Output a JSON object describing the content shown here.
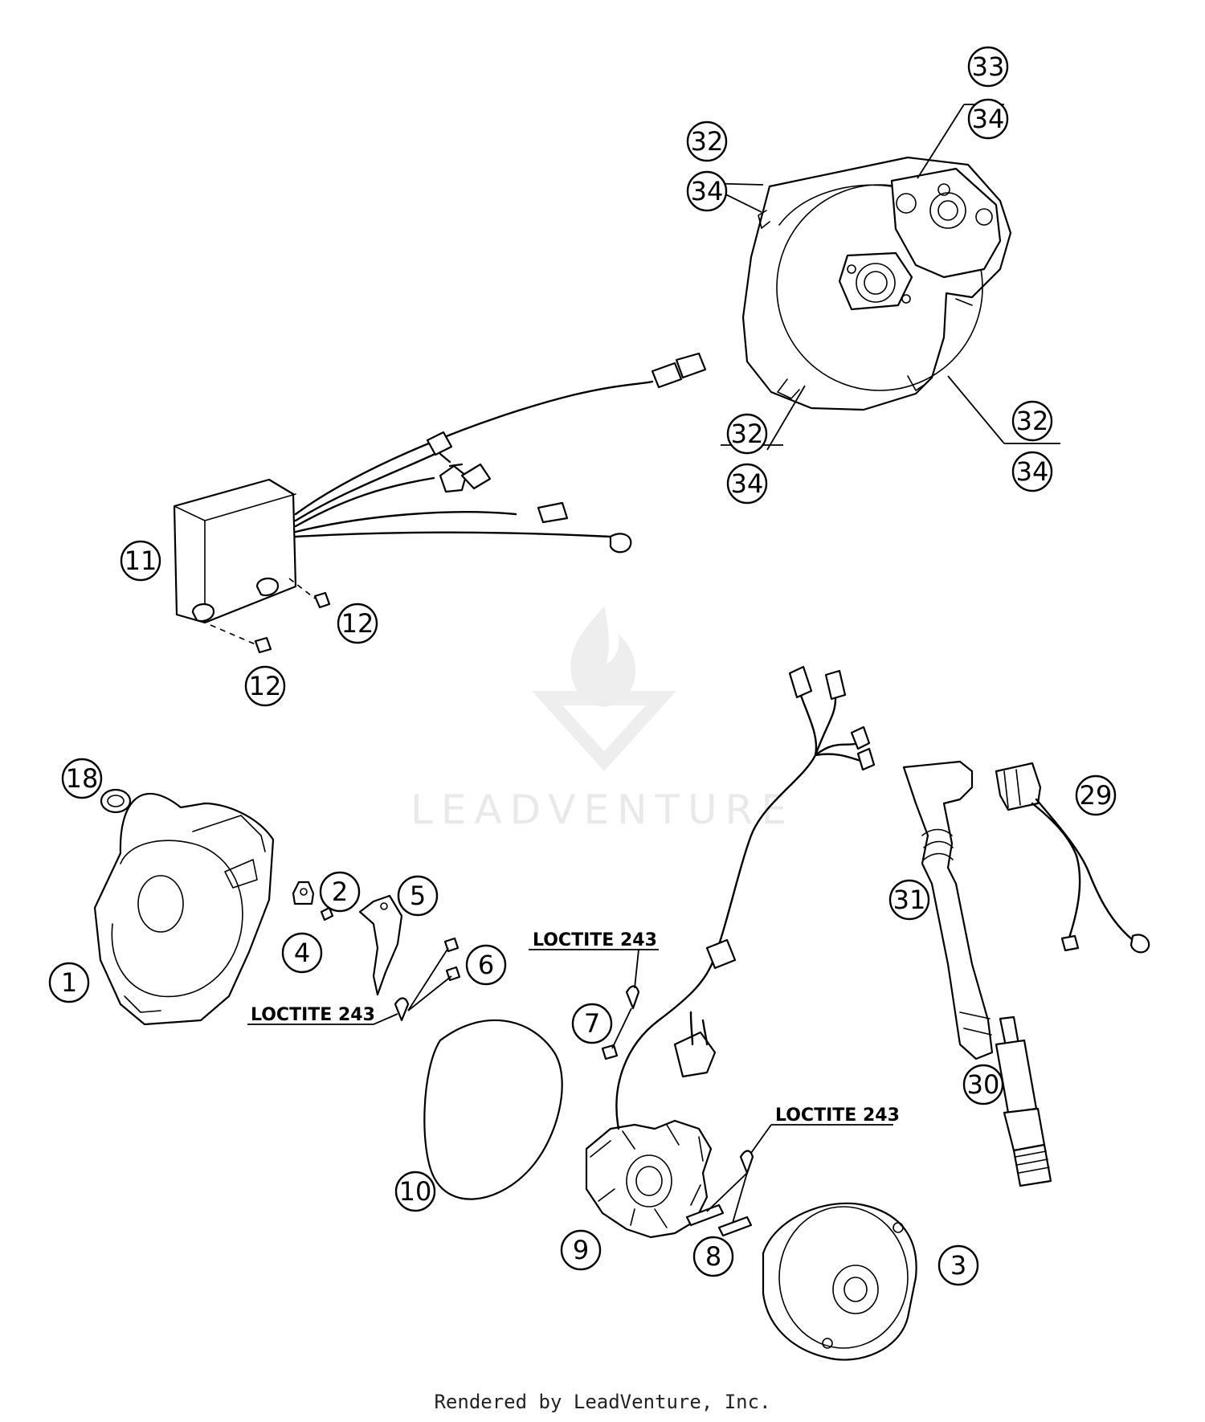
{
  "diagram": {
    "watermark": "LEADVENTURE",
    "footer": "Rendered by LeadVenture, Inc.",
    "loctite_label": "LOCTITE 243",
    "callouts": {
      "c1": "1",
      "c2": "2",
      "c3": "3",
      "c4": "4",
      "c5": "5",
      "c6": "6",
      "c7": "7",
      "c8": "8",
      "c9": "9",
      "c10": "10",
      "c11": "11",
      "c12a": "12",
      "c12b": "12",
      "c18": "18",
      "c29": "29",
      "c30": "30",
      "c31": "31",
      "c32a": "32",
      "c32b": "32",
      "c32c": "32",
      "c33": "33",
      "c34a": "34",
      "c34b": "34",
      "c34c": "34",
      "c34d": "34"
    },
    "notes": {
      "n1": "LOCTITE 243",
      "n2": "LOCTITE 243",
      "n3": "LOCTITE 243"
    }
  }
}
